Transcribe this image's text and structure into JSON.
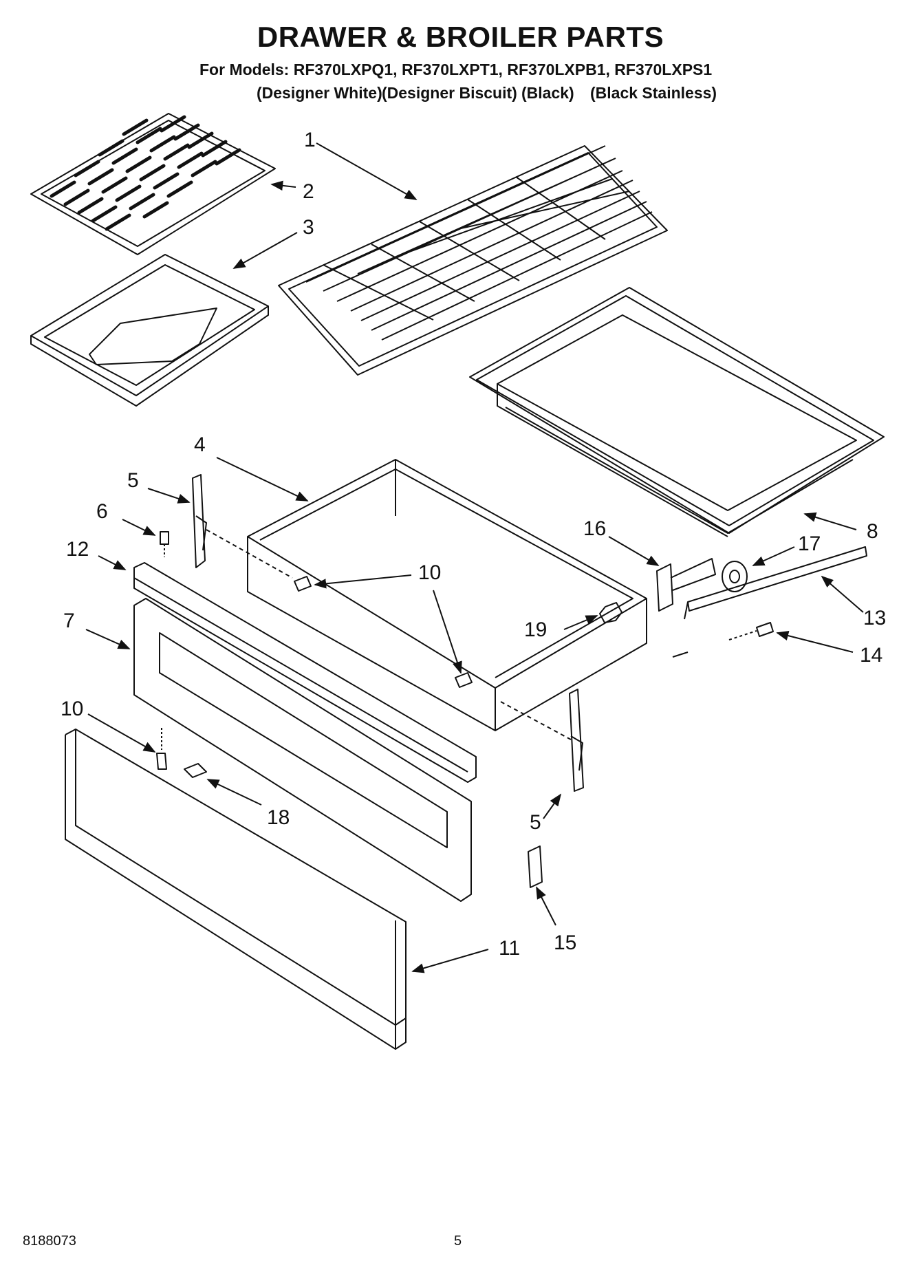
{
  "header": {
    "title": "DRAWER & BROILER PARTS",
    "models": "For Models: RF370LXPQ1, RF370LXPT1, RF370LXPB1, RF370LXPS1",
    "colors": [
      "(Designer White)",
      "(Designer Biscuit)",
      "(Black)",
      "(Black Stainless)"
    ]
  },
  "callouts": [
    {
      "id": "c1",
      "label": "1"
    },
    {
      "id": "c2",
      "label": "2"
    },
    {
      "id": "c3",
      "label": "3"
    },
    {
      "id": "c4",
      "label": "4"
    },
    {
      "id": "c5a",
      "label": "5"
    },
    {
      "id": "c6",
      "label": "6"
    },
    {
      "id": "c12",
      "label": "12"
    },
    {
      "id": "c10a",
      "label": "10"
    },
    {
      "id": "c7",
      "label": "7"
    },
    {
      "id": "c16",
      "label": "16"
    },
    {
      "id": "c17",
      "label": "17"
    },
    {
      "id": "c8",
      "label": "8"
    },
    {
      "id": "c13",
      "label": "13"
    },
    {
      "id": "c19",
      "label": "19"
    },
    {
      "id": "c14",
      "label": "14"
    },
    {
      "id": "c10b",
      "label": "10"
    },
    {
      "id": "c18",
      "label": "18"
    },
    {
      "id": "c5b",
      "label": "5"
    },
    {
      "id": "c15",
      "label": "15"
    },
    {
      "id": "c11",
      "label": "11"
    }
  ],
  "footer": {
    "doc_number": "8188073",
    "page_number": "5"
  }
}
